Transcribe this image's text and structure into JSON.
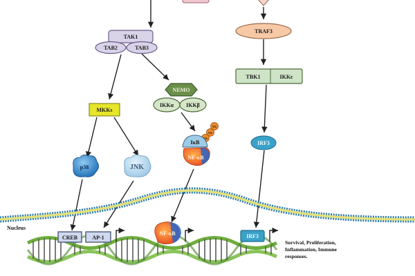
{
  "labels": {
    "tak1": "TAK1",
    "tab2": "TAB2",
    "tab3": "TAB3",
    "traf3": "TRAF3",
    "tbk1": "TBK1",
    "ikke": "IKKε",
    "nemo": "NEMO",
    "ikka": "IKKα",
    "ikkb": "IKKβ",
    "mkks": "MKKs",
    "ikb": "IκB",
    "nfkb": "NF-κB",
    "irf3": "IRF3",
    "p38": "p38",
    "jnk": "JNK",
    "nucleus": "Nucleus",
    "creb": "CREB",
    "ap1": "AP-1",
    "nfkb_nuc": "NF-κB",
    "irf3_nuc": "IRF3",
    "ub": "Ub"
  },
  "outcome": {
    "line1": "Survival, Proliferation,",
    "line2": "Inflammation, Immune",
    "line3": "responses."
  },
  "colors": {
    "tak_fill": "#d9d3e8",
    "traf3_fill": "#f7c9a6",
    "tbk_fill": "#cfe3c7",
    "nemo_fill": "#6b8f4a",
    "ikk_fill": "#d6e6c8",
    "mkks_fill": "#e6e62a",
    "ikb_fill": "#9ecbe6",
    "irf3_fill": "#3aa2c9",
    "creb_fill": "#cfd8ee",
    "ub_fill": "#e98b2a",
    "membrane_blue": "#2a78a8",
    "membrane_yellow": "#e2e07a",
    "dna_green": "#6fae3e"
  }
}
